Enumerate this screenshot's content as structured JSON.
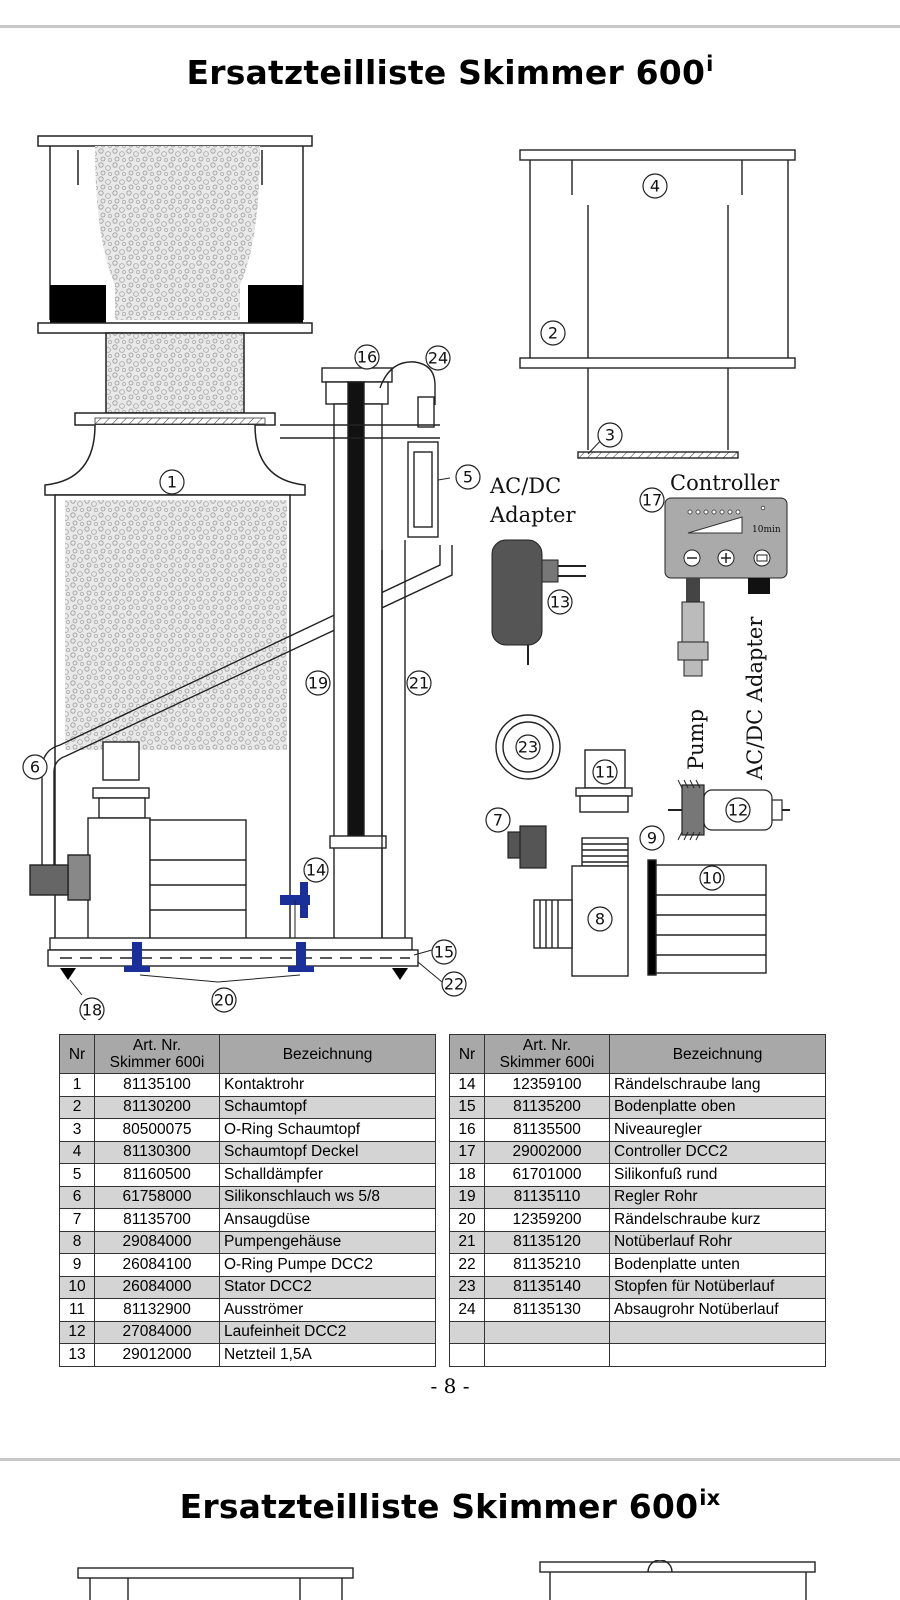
{
  "titles": [
    {
      "main": "Ersatzteilliste Skimmer 600",
      "sup": "i"
    },
    {
      "main": "Ersatzteilliste Skimmer 600",
      "sup": "ix"
    }
  ],
  "diagram": {
    "labels": {
      "ac_dc_line1": "AC/DC",
      "ac_dc_line2": "Adapter",
      "controller": "Controller",
      "pump": "Pump",
      "ac_dc_adapter_vertical": "AC/DC Adapter",
      "display_scale": "10min"
    },
    "callouts": [
      "1",
      "2",
      "3",
      "4",
      "5",
      "6",
      "7",
      "8",
      "9",
      "10",
      "11",
      "12",
      "13",
      "14",
      "15",
      "16",
      "17",
      "18",
      "19",
      "20",
      "21",
      "22",
      "23",
      "24"
    ]
  },
  "table_headers": {
    "nr": "Nr",
    "art_line1": "Art. Nr.",
    "art_line2": "Skimmer 600i",
    "bez": "Bezeichnung"
  },
  "parts_left": [
    {
      "nr": "1",
      "art": "81135100",
      "bez": "Kontaktrohr"
    },
    {
      "nr": "2",
      "art": "81130200",
      "bez": "Schaumtopf"
    },
    {
      "nr": "3",
      "art": "80500075",
      "bez": "O-Ring Schaumtopf"
    },
    {
      "nr": "4",
      "art": "81130300",
      "bez": "Schaumtopf Deckel"
    },
    {
      "nr": "5",
      "art": "81160500",
      "bez": "Schalldämpfer"
    },
    {
      "nr": "6",
      "art": "61758000",
      "bez": "Silikonschlauch ws 5/8"
    },
    {
      "nr": "7",
      "art": "81135700",
      "bez": "Ansaugdüse"
    },
    {
      "nr": "8",
      "art": "29084000",
      "bez": "Pumpengehäuse"
    },
    {
      "nr": "9",
      "art": "26084100",
      "bez": "O-Ring Pumpe DCC2"
    },
    {
      "nr": "10",
      "art": "26084000",
      "bez": "Stator DCC2"
    },
    {
      "nr": "11",
      "art": "81132900",
      "bez": "Ausströmer"
    },
    {
      "nr": "12",
      "art": "27084000",
      "bez": "Laufeinheit DCC2"
    },
    {
      "nr": "13",
      "art": "29012000",
      "bez": "Netzteil 1,5A"
    }
  ],
  "parts_right": [
    {
      "nr": "14",
      "art": "12359100",
      "bez": "Rändelschraube lang"
    },
    {
      "nr": "15",
      "art": "81135200",
      "bez": "Bodenplatte oben"
    },
    {
      "nr": "16",
      "art": "81135500",
      "bez": "Niveauregler"
    },
    {
      "nr": "17",
      "art": "29002000",
      "bez": "Controller DCC2"
    },
    {
      "nr": "18",
      "art": "61701000",
      "bez": "Silikonfuß rund"
    },
    {
      "nr": "19",
      "art": "81135110",
      "bez": "Regler Rohr"
    },
    {
      "nr": "20",
      "art": "12359200",
      "bez": "Rändelschraube kurz"
    },
    {
      "nr": "21",
      "art": "81135120",
      "bez": "Notüberlauf Rohr"
    },
    {
      "nr": "22",
      "art": "81135210",
      "bez": "Bodenplatte unten"
    },
    {
      "nr": "23",
      "art": "81135140",
      "bez": "Stopfen für Notüberlauf"
    },
    {
      "nr": "24",
      "art": "81135130",
      "bez": "Absaugrohr Notüberlauf"
    },
    {
      "nr": "",
      "art": "",
      "bez": ""
    },
    {
      "nr": "",
      "art": "",
      "bez": ""
    }
  ],
  "page_number": "- 8 -",
  "colors": {
    "header_bg": "#a8a8a8",
    "alt_row_bg": "#d4d4d4",
    "rule": "#c8c8c8",
    "screw_blue": "#1a2f9a",
    "foam": "#bdbdbd"
  }
}
